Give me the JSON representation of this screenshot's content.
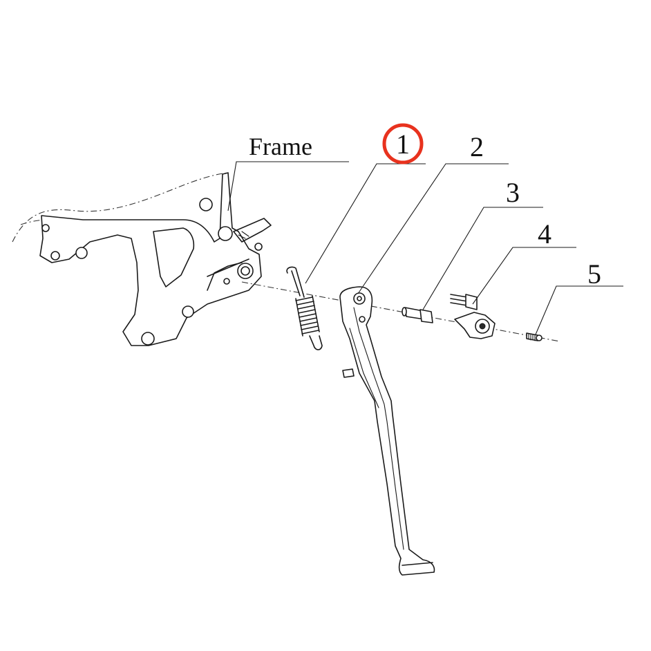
{
  "diagram": {
    "frame_label": "Frame",
    "callouts": [
      {
        "label": "1",
        "highlighted": true
      },
      {
        "label": "2",
        "highlighted": false
      },
      {
        "label": "3",
        "highlighted": false
      },
      {
        "label": "4",
        "highlighted": false
      },
      {
        "label": "5",
        "highlighted": false
      }
    ],
    "highlight_color": "#e8321e",
    "line_color": "#1a1a1a"
  }
}
